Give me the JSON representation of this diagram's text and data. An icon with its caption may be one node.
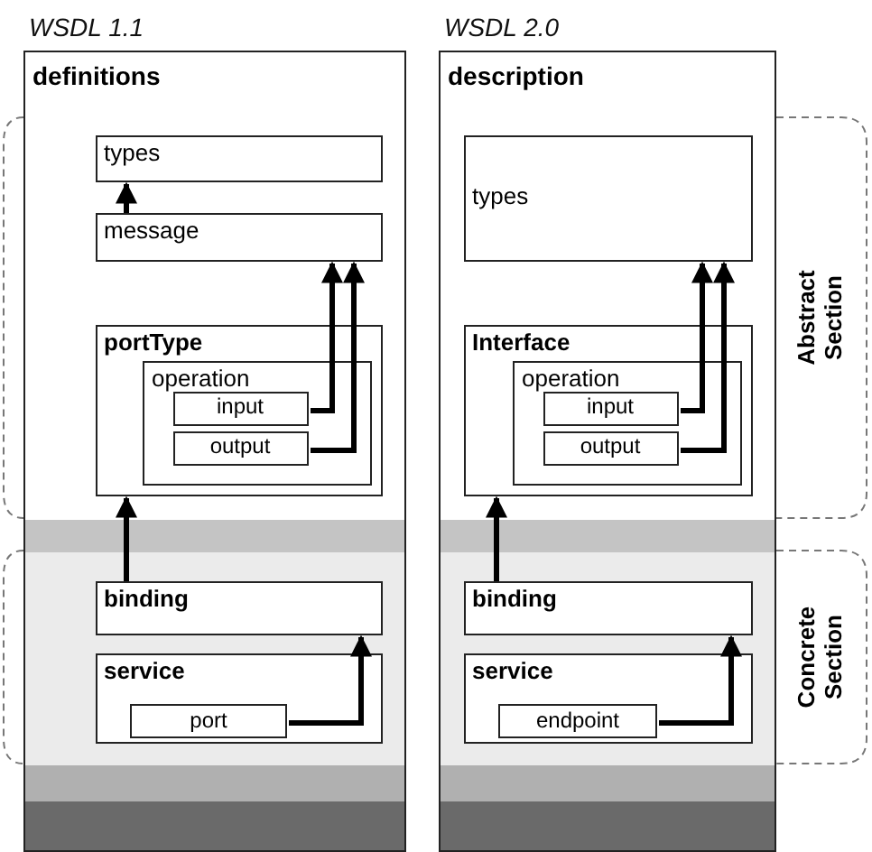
{
  "diagram": {
    "nodes": [
      {
        "text": [
          "WSDL 1.1",
          "definitions"
        ]
      },
      {
        "text": [
          "types"
        ],
        "in": 0
      },
      {
        "text": [
          "message"
        ],
        "in": 0
      },
      {
        "text": [
          "portType"
        ],
        "in": 0
      },
      {
        "text": [
          "operation"
        ],
        "in": 3
      },
      {
        "text": [
          "input"
        ],
        "in": 4
      },
      {
        "text": [
          "output"
        ],
        "in": 4
      },
      {
        "text": [
          "binding"
        ],
        "in": 0
      },
      {
        "text": [
          "service"
        ],
        "in": 0
      },
      {
        "text": [
          "port"
        ],
        "in": 8
      },
      {
        "text": [
          "WSDL 2.0",
          "description"
        ]
      },
      {
        "text": [
          "types"
        ],
        "in": 10
      },
      {
        "text": [
          "Interface"
        ],
        "in": 10
      },
      {
        "text": [
          "operation"
        ],
        "in": 12
      },
      {
        "text": [
          "input"
        ],
        "in": 13
      },
      {
        "text": [
          "output"
        ],
        "in": 13
      },
      {
        "text": [
          "binding"
        ],
        "in": 10
      },
      {
        "text": [
          "service"
        ],
        "in": 10
      },
      {
        "text": [
          "endpoint"
        ],
        "in": 17
      }
    ],
    "labels": [
      "Abstract Section",
      "Concrete Section"
    ],
    "edges": [
      {
        "from": 2,
        "to": 1,
        "arrow": "to"
      },
      {
        "from": 5,
        "to": 2,
        "arrow": "to"
      },
      {
        "from": 6,
        "to": 2,
        "arrow": "to"
      },
      {
        "from": 7,
        "to": 3,
        "arrow": "to"
      },
      {
        "from": 9,
        "to": 7,
        "arrow": "to"
      },
      {
        "from": 14,
        "to": 11,
        "arrow": "to"
      },
      {
        "from": 15,
        "to": 11,
        "arrow": "to"
      },
      {
        "from": 16,
        "to": 12,
        "arrow": "to"
      },
      {
        "from": 18,
        "to": 16,
        "arrow": "to"
      }
    ]
  }
}
